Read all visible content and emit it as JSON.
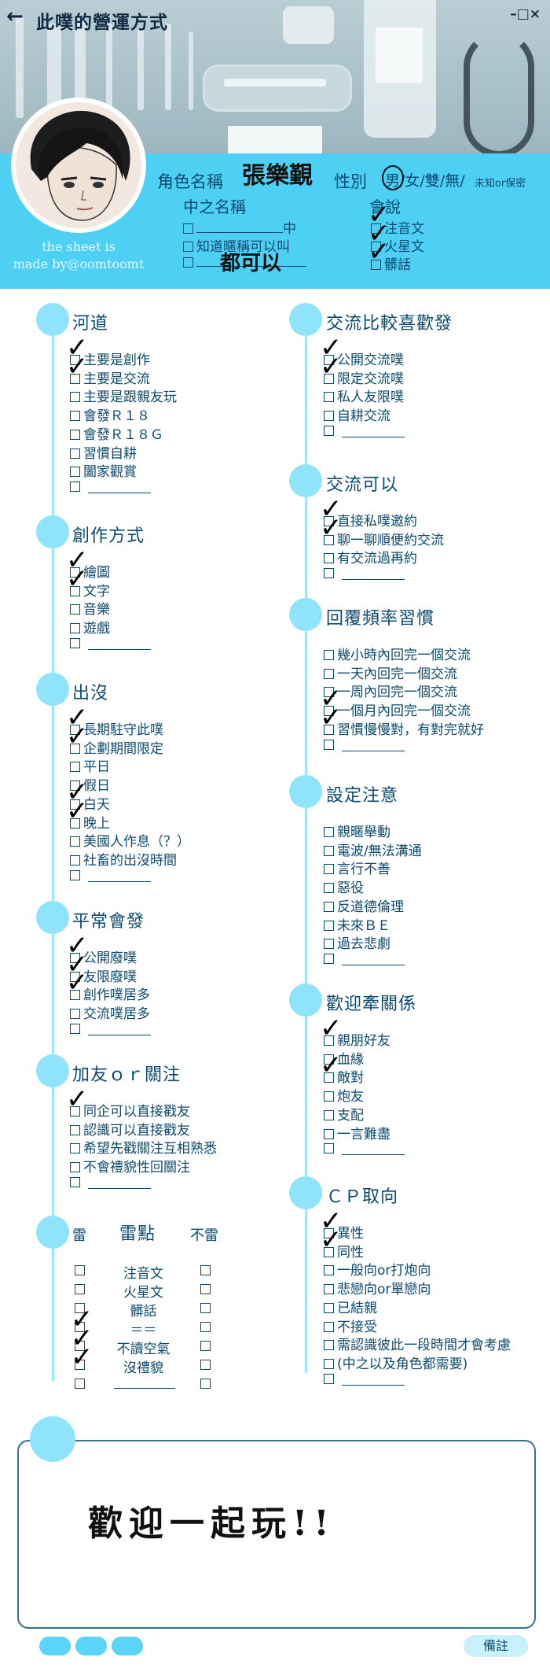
{
  "header": {
    "title": "此噗的營運方式",
    "window_controls": "–□×",
    "watermark_line1": "the sheet is",
    "watermark_line2": "made by@oomtoomt",
    "role_name_label": "角色名稱",
    "role_name_value": "張樂覲",
    "gender_label": "性別",
    "gender_options": "男/女/雙/無/",
    "gender_extra": "未知or保密",
    "cn_name_label": "中之名稱",
    "cn_option_suffix": "中",
    "cn_option_2": "知道暱稱可以叫",
    "cn_option_3_value": "都可以",
    "speak_label": "會說",
    "speak_options": [
      "注音文",
      "火星文",
      "髒話"
    ]
  },
  "left_sections": [
    {
      "title": "河道",
      "items": [
        "主要是創作",
        "主要是交流",
        "主要是跟親友玩",
        "會發Ｒ１８",
        "會發Ｒ１８Ｇ",
        "習慣自耕",
        "闔家觀賞",
        ""
      ]
    },
    {
      "title": "創作方式",
      "items": [
        "繪圖",
        "文字",
        "音樂",
        "遊戲",
        ""
      ]
    },
    {
      "title": "出沒",
      "items": [
        "長期駐守此噗",
        "企劃期間限定",
        "平日",
        "假日",
        "白天",
        "晚上",
        "美國人作息（？）",
        "社畜的出沒時間",
        ""
      ]
    },
    {
      "title": "平常會發",
      "items": [
        "公開廢噗",
        "友限廢噗",
        "創作噗居多",
        "交流噗居多",
        ""
      ]
    },
    {
      "title": "加友ｏｒ關注",
      "items": [
        "同企可以直接戳友",
        "認識可以直接戳友",
        "希望先戳關注互相熟悉",
        "不會禮貌性回關注",
        ""
      ]
    }
  ],
  "right_sections": [
    {
      "title": "交流比較喜歡發",
      "items": [
        "公開交流噗",
        "限定交流噗",
        "私人友限噗",
        "自耕交流",
        ""
      ]
    },
    {
      "title": "交流可以",
      "items": [
        "直接私噗邀約",
        "聊一聊順便約交流",
        "有交流過再約",
        ""
      ]
    },
    {
      "title": "回覆頻率習慣",
      "items": [
        "幾小時內回完一個交流",
        "一天內回完一個交流",
        "一周內回完一個交流",
        "一個月內回完一個交流",
        "習慣慢慢對，有對完就好",
        ""
      ]
    },
    {
      "title": "設定注意",
      "items": [
        "親暱舉動",
        "電波/無法溝通",
        "言行不善",
        "惡役",
        "反道德倫理",
        "未來ＢＥ",
        "過去悲劇",
        ""
      ]
    },
    {
      "title": "歡迎牽關係",
      "items": [
        "親朋好友",
        "血緣",
        "敵對",
        "炮友",
        "支配",
        "一言難盡",
        ""
      ]
    },
    {
      "title": "ＣＰ取向",
      "items": [
        "異性",
        "同性",
        "一般向or打炮向",
        "悲戀向or單戀向",
        "已結親",
        "不接受",
        "需認識彼此一段時間才會考慮",
        "(中之以及角色都需要)",
        ""
      ]
    }
  ],
  "landmine": {
    "left_label": "雷",
    "title": "雷點",
    "right_label": "不雷",
    "items": [
      "注音文",
      "火星文",
      "髒話",
      "＝＝",
      "不讀空氣",
      "沒禮貌",
      ""
    ]
  },
  "memo": {
    "text": "歡迎一起玩!!",
    "notes_button": "備註"
  },
  "checkmark": "✓"
}
